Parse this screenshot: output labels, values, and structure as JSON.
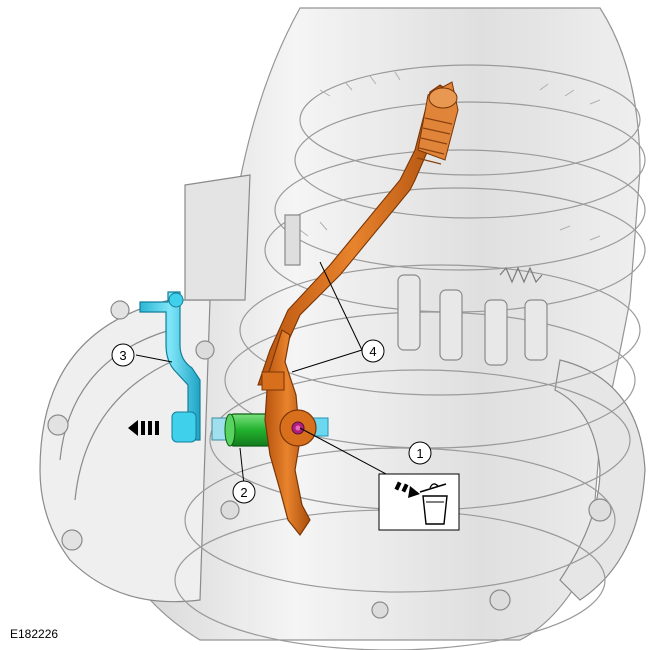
{
  "figure_id": "E182226",
  "callouts": [
    {
      "id": "1",
      "label": "1"
    },
    {
      "id": "2",
      "label": "2"
    },
    {
      "id": "3",
      "label": "3"
    },
    {
      "id": "4",
      "label": "4"
    }
  ],
  "icons": {
    "direction_arrow": "removal-direction-arrow-icon",
    "discard": "discard-part-bin-icon"
  },
  "colors": {
    "orange_part": "#d86f1c",
    "cyan_part": "#3fd0ec",
    "green_part": "#2fc23a",
    "housing_outline": "#8a8a8a",
    "housing_fill": "#e9e9e9"
  }
}
